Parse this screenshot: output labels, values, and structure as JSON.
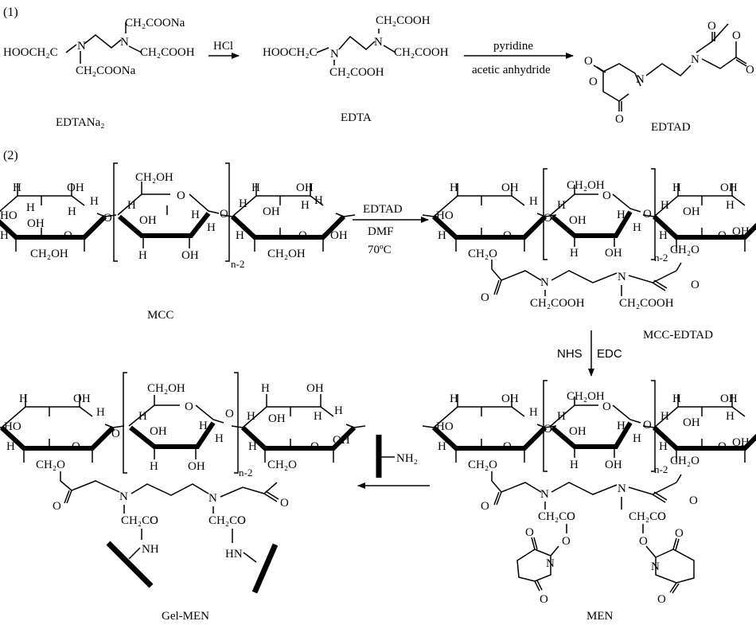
{
  "step1": {
    "label": "(1)",
    "edtana2": {
      "left": "HOOCH₂C",
      "n": "N",
      "top": "CH₂COONa",
      "right": "CH₂COOH",
      "bottom": "CH₂COONa",
      "name": "EDTANa₂"
    },
    "arrow1_reagent": "HCl",
    "edta": {
      "left": "HOOCH₂C",
      "n": "N",
      "top": "CH₂COOH",
      "right": "CH₂COOH",
      "bottom": "CH₂COOH",
      "name": "EDTA"
    },
    "arrow2_reagent_top": "pyridine",
    "arrow2_reagent_bottom": "acetic anhydride",
    "edtad": {
      "o": "O",
      "n": "N",
      "name": "EDTAD"
    }
  },
  "step2": {
    "label": "(2)",
    "ring": {
      "h": "H",
      "oh": "OH",
      "ho": "HO",
      "o": "O",
      "ch2oh": "CH₂OH",
      "ch2o": "CH₂O"
    },
    "repeat_subscript": "n-2",
    "arrow_edtad": {
      "top": "EDTAD",
      "middle": "DMF",
      "bottom": "70ºC"
    },
    "arrow_nhs": {
      "left": "NHS",
      "right": "EDC"
    },
    "amine_reagent": "NH₂",
    "linker": {
      "n": "N",
      "o": "O",
      "ch2cooh": "CH₂COOH",
      "ch2co": "CH₂CO",
      "nh": "NH",
      "hn": "HN"
    },
    "names": {
      "mcc": "MCC",
      "mcc_edtad": "MCC-EDTAD",
      "men": "MEN",
      "gel_men": "Gel-MEN"
    }
  }
}
